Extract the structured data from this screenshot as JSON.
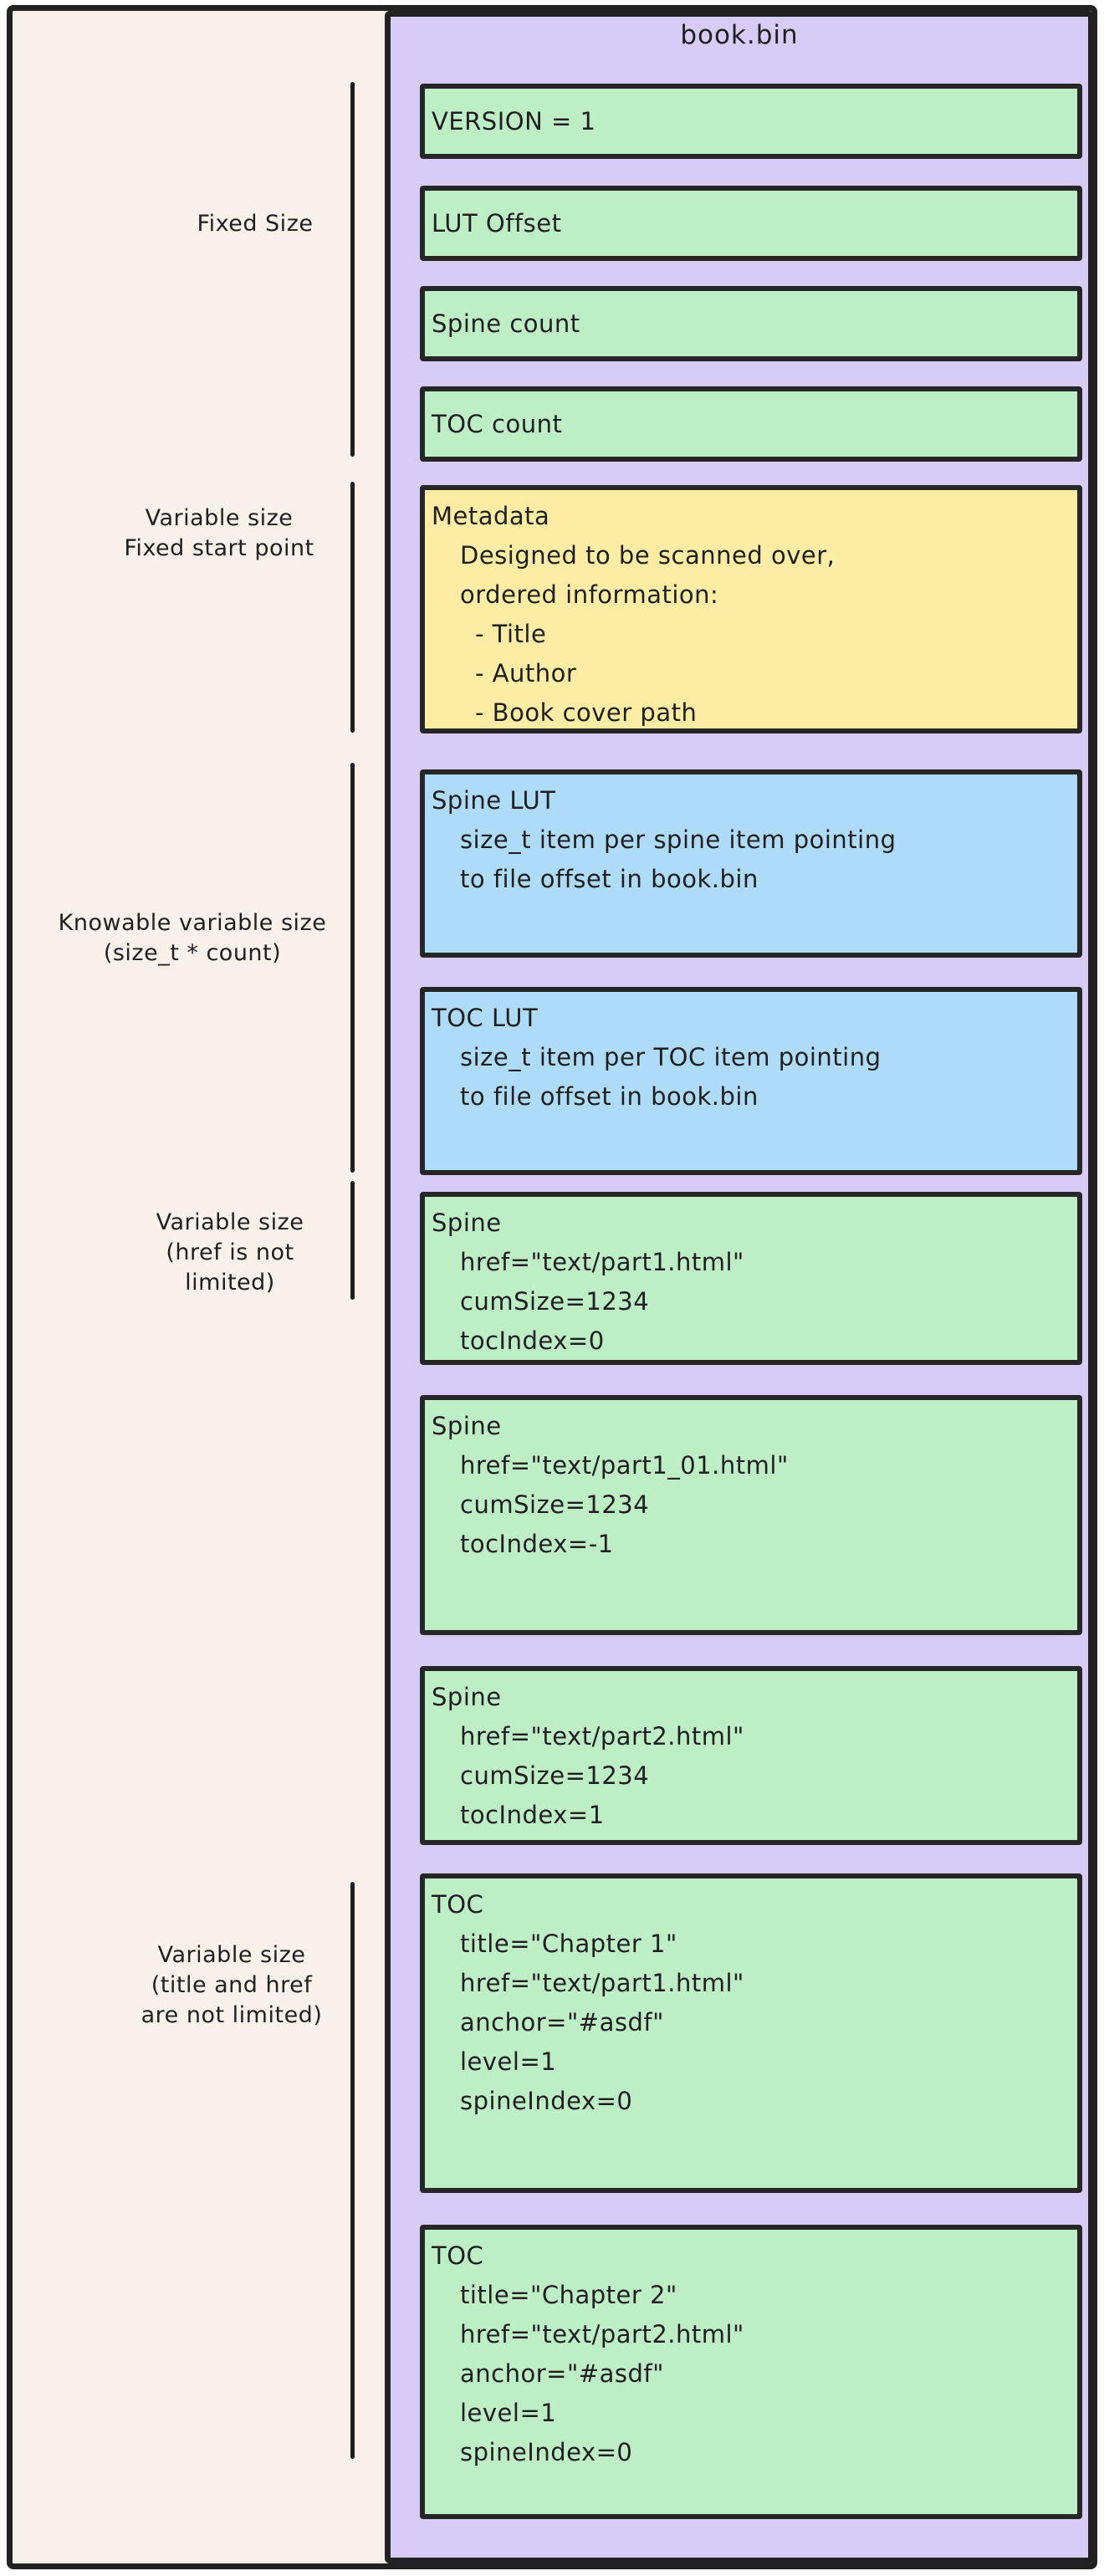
{
  "title": "book.bin",
  "colors": {
    "canvas_background": "#f7f1ea",
    "panel_fill": "#d6ccf6",
    "green_fill": "#bdeec6",
    "yellow_fill": "#fdeca4",
    "blue_fill": "#aedbf8",
    "stroke": "#222222"
  },
  "side_labels": [
    {
      "id": "fixed-size",
      "lines": [
        "Fixed Size"
      ]
    },
    {
      "id": "variable-size-fixed-start",
      "lines": [
        "Variable size",
        "Fixed start point"
      ]
    },
    {
      "id": "knowable-variable-size",
      "lines": [
        "Knowable variable size",
        "(size_t * count)"
      ]
    },
    {
      "id": "variable-size-href",
      "lines": [
        "Variable size",
        "(href is not",
        "limited)"
      ]
    },
    {
      "id": "variable-size-title-href",
      "lines": [
        "Variable size",
        "(title and href",
        "are not limited)"
      ]
    }
  ],
  "boxes": [
    {
      "id": "version",
      "color": "green",
      "lines": [
        {
          "text": "VERSION = 1",
          "indent": 0
        }
      ]
    },
    {
      "id": "lut-offset",
      "color": "green",
      "lines": [
        {
          "text": "LUT Offset",
          "indent": 0
        }
      ]
    },
    {
      "id": "spine-count",
      "color": "green",
      "lines": [
        {
          "text": "Spine count",
          "indent": 0
        }
      ]
    },
    {
      "id": "toc-count",
      "color": "green",
      "lines": [
        {
          "text": "TOC count",
          "indent": 0
        }
      ]
    },
    {
      "id": "metadata",
      "color": "yellow",
      "lines": [
        {
          "text": "Metadata",
          "indent": 0
        },
        {
          "text": "Designed to be scanned over,",
          "indent": 1
        },
        {
          "text": "ordered information:",
          "indent": 1
        },
        {
          "text": "- Title",
          "indent": 2
        },
        {
          "text": "- Author",
          "indent": 2
        },
        {
          "text": "- Book cover path",
          "indent": 2
        }
      ]
    },
    {
      "id": "spine-lut",
      "color": "blue",
      "lines": [
        {
          "text": "Spine LUT",
          "indent": 0
        },
        {
          "text": "size_t item per spine item pointing",
          "indent": 1
        },
        {
          "text": "to file offset in book.bin",
          "indent": 1
        }
      ]
    },
    {
      "id": "toc-lut",
      "color": "blue",
      "lines": [
        {
          "text": "TOC LUT",
          "indent": 0
        },
        {
          "text": "size_t item per TOC item pointing",
          "indent": 1
        },
        {
          "text": "to file offset in book.bin",
          "indent": 1
        }
      ]
    },
    {
      "id": "spine-1",
      "color": "green",
      "lines": [
        {
          "text": "Spine",
          "indent": 0
        },
        {
          "text": "href=\"text/part1.html\"",
          "indent": 1
        },
        {
          "text": "cumSize=1234",
          "indent": 1
        },
        {
          "text": "tocIndex=0",
          "indent": 1
        }
      ]
    },
    {
      "id": "spine-2",
      "color": "green",
      "lines": [
        {
          "text": "Spine",
          "indent": 0
        },
        {
          "text": "href=\"text/part1_01.html\"",
          "indent": 1
        },
        {
          "text": "cumSize=1234",
          "indent": 1
        },
        {
          "text": "tocIndex=-1",
          "indent": 1
        }
      ]
    },
    {
      "id": "spine-3",
      "color": "green",
      "lines": [
        {
          "text": "Spine",
          "indent": 0
        },
        {
          "text": "href=\"text/part2.html\"",
          "indent": 1
        },
        {
          "text": "cumSize=1234",
          "indent": 1
        },
        {
          "text": "tocIndex=1",
          "indent": 1
        }
      ]
    },
    {
      "id": "toc-1",
      "color": "green",
      "lines": [
        {
          "text": "TOC",
          "indent": 0
        },
        {
          "text": "title=\"Chapter 1\"",
          "indent": 1
        },
        {
          "text": "href=\"text/part1.html\"",
          "indent": 1
        },
        {
          "text": "anchor=\"#asdf\"",
          "indent": 1
        },
        {
          "text": "level=1",
          "indent": 1
        },
        {
          "text": "spineIndex=0",
          "indent": 1
        }
      ]
    },
    {
      "id": "toc-2",
      "color": "green",
      "lines": [
        {
          "text": "TOC",
          "indent": 0
        },
        {
          "text": "title=\"Chapter 2\"",
          "indent": 1
        },
        {
          "text": "href=\"text/part2.html\"",
          "indent": 1
        },
        {
          "text": "anchor=\"#asdf\"",
          "indent": 1
        },
        {
          "text": "level=1",
          "indent": 1
        },
        {
          "text": "spineIndex=0",
          "indent": 1
        }
      ]
    }
  ]
}
